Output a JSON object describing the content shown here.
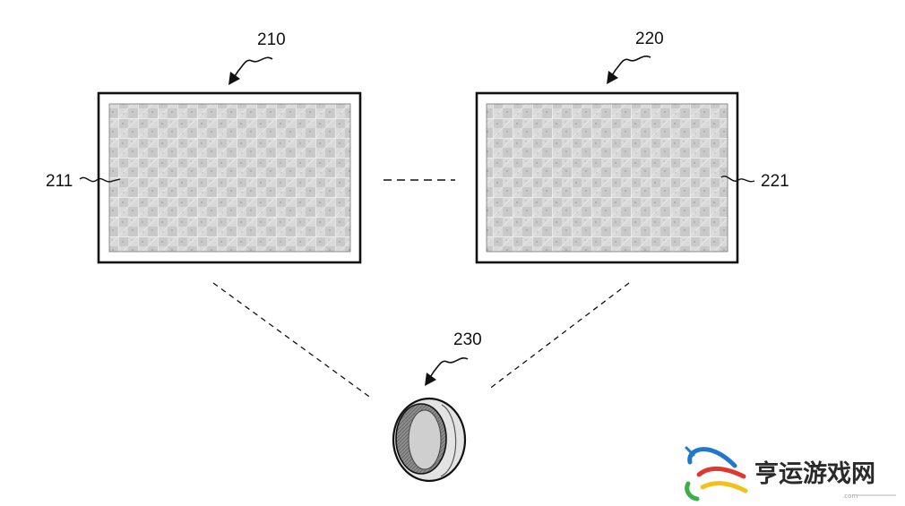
{
  "labels": {
    "display_left": "210",
    "display_right": "220",
    "screen_left": "211",
    "screen_right": "221",
    "ring": "230"
  },
  "watermark": {
    "text": "亨运游戏网",
    "domain": ".com"
  },
  "colors": {
    "line": "#111111",
    "screen_fill": "#d8d8d8",
    "screen_grid": "#a9a9a9",
    "ring_outer": "#e2e2e2",
    "ring_inner": "#8a8a8a",
    "logo_blue": "#1f78c8",
    "logo_red": "#e0372f",
    "logo_yellow": "#f2c21a",
    "logo_green": "#3fae49"
  }
}
